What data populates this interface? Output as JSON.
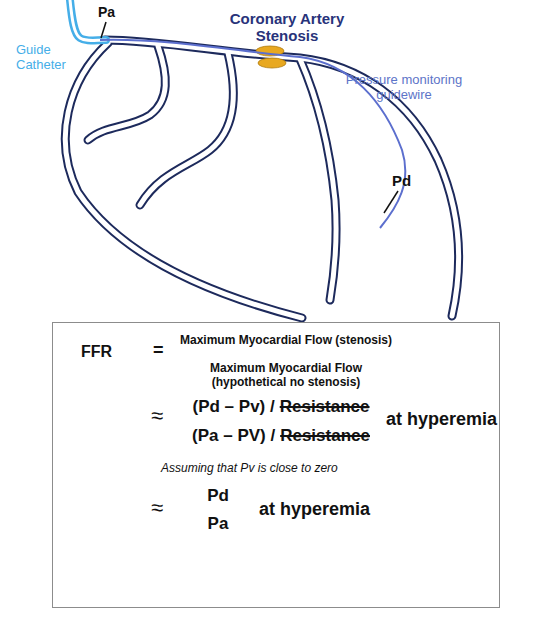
{
  "diagram": {
    "nodes": [
      {
        "text": [
          "FFR",
          "=",
          "Maximum Myocardial Flow (stenosis)",
          "Maximum Myocardial Flow (hypothetical no stenosis)",
          "≈",
          "(Pd – Pv) /",
          "Resistance",
          "(Pa – PV) /",
          "Resistance",
          "at hyperemia",
          "Assuming that Pv is close to zero",
          "≈",
          "Pd",
          "Pa",
          "at hyperemia"
        ]
      }
    ],
    "labels": [
      "Pa",
      "Coronary Artery Stenosis",
      "Guide Catheter",
      "Pressure monitoring guidewire",
      "Pd"
    ]
  }
}
